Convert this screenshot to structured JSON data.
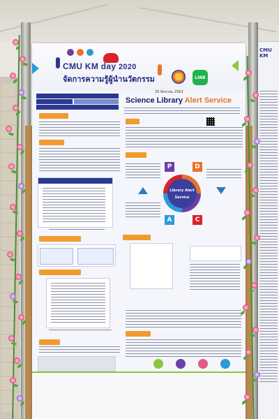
{
  "poster": {
    "event_name": "CMU KM day",
    "event_year": "2020",
    "event_subtitle": "จัดการความรู้ผู้นำนวัตกรรม",
    "event_date": "20 สิงหาคม 2563",
    "main_title_part1": "Science Library ",
    "main_title_part2": "Alert Service",
    "library_badge": "Library Alert Service",
    "pdca": [
      "P",
      "D",
      "C",
      "A"
    ],
    "line_logo": "LINE"
  },
  "colors": {
    "navy": "#2b3990",
    "orange": "#f29a2e",
    "green_bar": "#8dc63f",
    "flower_pink": "#e05a86",
    "pole_metal": "#b0b0aa"
  },
  "icons": [
    "heart-icon",
    "line-logo-icon",
    "qr-code-icon",
    "flower-icon",
    "arrow-icon"
  ]
}
